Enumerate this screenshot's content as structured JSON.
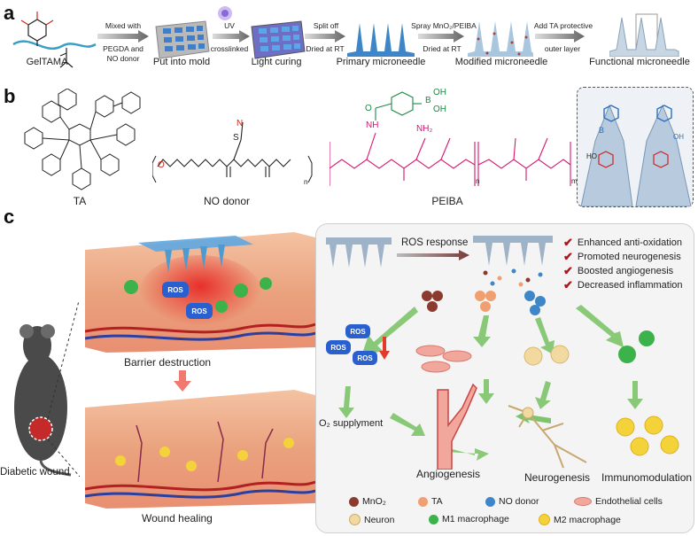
{
  "panels": {
    "a": "a",
    "b": "b",
    "c": "c"
  },
  "panel_a": {
    "steps": [
      {
        "label": "GelTAMA"
      },
      {
        "label": "Put into mold"
      },
      {
        "label": "Light curing"
      },
      {
        "label": "Primary microneedle"
      },
      {
        "label": "Modified microneedle"
      },
      {
        "label": "Functional microneedle"
      }
    ],
    "arrows": [
      {
        "top": "Mixed with",
        "bottom1": "PEGDA and",
        "bottom2": "NO donor"
      },
      {
        "top": "UV",
        "bottom1": "crosslinked",
        "bottom2": ""
      },
      {
        "top": "Split off",
        "bottom1": "Dried at RT",
        "bottom2": ""
      },
      {
        "top": "Spray MnO₂/PEIBA",
        "bottom1": "Dried at RT",
        "bottom2": ""
      },
      {
        "top": "Add TA protective",
        "bottom1": "outer layer",
        "bottom2": ""
      }
    ]
  },
  "panel_b": {
    "molecules": [
      {
        "label": "TA"
      },
      {
        "label": "NO donor"
      },
      {
        "label": "PEIBA"
      }
    ],
    "no_donor_atoms": {
      "o": "O",
      "n": "N",
      "s": "S",
      "n_sub": "n"
    },
    "peiba_atoms": {
      "b": "B",
      "oh1": "OH",
      "oh2": "OH",
      "o": "O",
      "nh": "NH",
      "nh2": "NH₂",
      "n_sub": "n",
      "m_sub": "m"
    },
    "inset_atoms": {
      "ho": "HO",
      "oh": "OH",
      "b": "B"
    }
  },
  "panel_c": {
    "left": {
      "ros_labels": [
        "ROS",
        "ROS"
      ],
      "barrier_label": "Barrier destruction",
      "healing_label": "Wound healing",
      "mouse_label": "Diabetic wound"
    },
    "right": {
      "ros_response": "ROS response",
      "benefits": [
        "Enhanced anti-oxidation",
        "Promoted neurogenesis",
        "Boosted angiogenesis",
        "Decreased inflammation"
      ],
      "ros_cluster": [
        "ROS",
        "ROS",
        "ROS"
      ],
      "o2_label": "O₂ supplyment",
      "outcomes": {
        "angiogenesis": "Angiogenesis",
        "neurogenesis": "Neurogenesis",
        "immunomodulation": "Immunomodulation"
      },
      "legend": [
        {
          "name": "MnO₂",
          "color": "#8b3a2e"
        },
        {
          "name": "TA",
          "color": "#f0a070"
        },
        {
          "name": "NO donor",
          "color": "#3f86c8"
        },
        {
          "name": "Endothelial cells",
          "color": "#f2a79d"
        },
        {
          "name": "Neuron",
          "color": "#f2d9a0"
        },
        {
          "name": "M1 macrophage",
          "color": "#3cb24a"
        },
        {
          "name": "M2 macrophage",
          "color": "#f3d23a"
        }
      ]
    }
  },
  "colors": {
    "skin": "#e9a07a",
    "tissue_red": "#e25a3a",
    "peiba_magenta": "#d6166e",
    "boronic_green": "#1a8a44",
    "needle_blue": "#4f9bd0",
    "arrow_green": "#5fb04a"
  }
}
